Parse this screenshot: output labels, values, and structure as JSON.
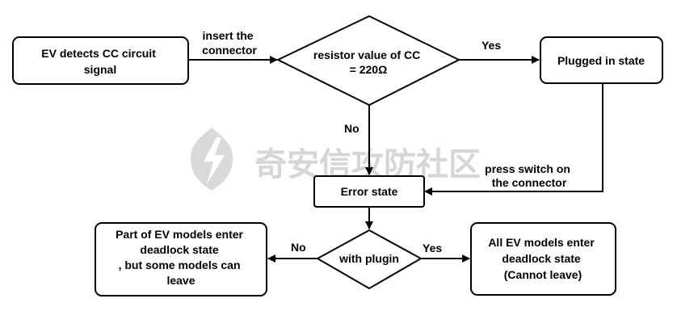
{
  "watermark": {
    "text": "奇安信攻防社区",
    "logo_icon": "shield-lightning-icon",
    "color": "#d6d6d6"
  },
  "nodes": {
    "ev_detects": {
      "lines": [
        "EV detects CC  circuit",
        "signal"
      ]
    },
    "resistor_check": {
      "lines": [
        "resistor value of CC",
        "= 220Ω"
      ]
    },
    "plugged_in": {
      "lines": [
        "Plugged in state"
      ]
    },
    "error_state": {
      "lines": [
        "Error state"
      ]
    },
    "with_plugin": {
      "lines": [
        "with plugin"
      ]
    },
    "part_deadlock": {
      "lines": [
        "Part of EV models enter",
        "deadlock state",
        ", but some models can",
        "leave"
      ]
    },
    "all_deadlock": {
      "lines": [
        "All EV models enter",
        "deadlock state",
        "(Cannot leave)"
      ]
    }
  },
  "edges": {
    "insert": {
      "lines": [
        "insert the",
        "connector"
      ]
    },
    "yes_top": {
      "lines": [
        "Yes"
      ]
    },
    "no_mid": {
      "lines": [
        "No"
      ]
    },
    "press_switch": {
      "lines": [
        "press switch on",
        "the connector"
      ]
    },
    "no_bottom": {
      "lines": [
        "No"
      ]
    },
    "yes_bottom": {
      "lines": [
        "Yes"
      ]
    }
  },
  "colors": {
    "stroke": "#000000",
    "background": "#ffffff"
  }
}
